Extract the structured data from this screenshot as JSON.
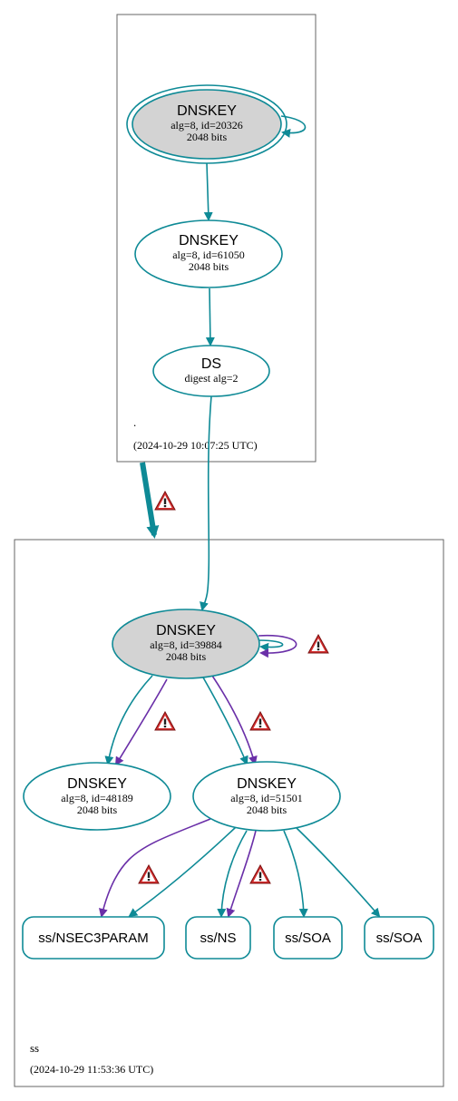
{
  "colors": {
    "teal": "#0e8a96",
    "purple": "#6a2fa8",
    "key_fill": "#d3d3d3",
    "cluster_border": "#666666",
    "warning_red": "#d32f2f"
  },
  "zones": {
    "root": {
      "name": ".",
      "timestamp": "(2024-10-29 10:07:25 UTC)"
    },
    "ss": {
      "name": "ss",
      "timestamp": "(2024-10-29 11:53:36 UTC)"
    }
  },
  "nodes": {
    "root_ksk": {
      "title": "DNSKEY",
      "line1": "alg=8, id=20326",
      "line2": "2048 bits"
    },
    "root_zsk": {
      "title": "DNSKEY",
      "line1": "alg=8, id=61050",
      "line2": "2048 bits"
    },
    "root_ds": {
      "title": "DS",
      "line1": "digest alg=2"
    },
    "ss_ksk": {
      "title": "DNSKEY",
      "line1": "alg=8, id=39884",
      "line2": "2048 bits"
    },
    "ss_key_48189": {
      "title": "DNSKEY",
      "line1": "alg=8, id=48189",
      "line2": "2048 bits"
    },
    "ss_key_51501": {
      "title": "DNSKEY",
      "line1": "alg=8, id=51501",
      "line2": "2048 bits"
    },
    "rr_nsec3param": {
      "label": "ss/NSEC3PARAM"
    },
    "rr_ns": {
      "label": "ss/NS"
    },
    "rr_soa_1": {
      "label": "ss/SOA"
    },
    "rr_soa_2": {
      "label": "ss/SOA"
    }
  },
  "icons": {
    "warning": "warning-triangle-icon"
  }
}
